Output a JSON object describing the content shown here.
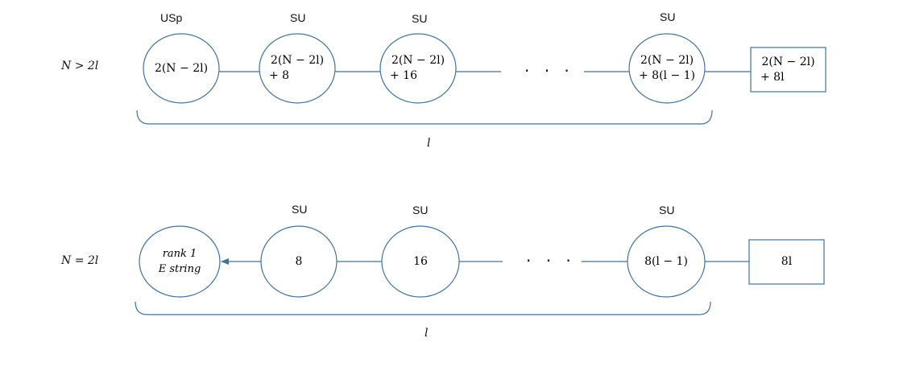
{
  "top_chain": {
    "condition": "N > 2l",
    "group_labels": [
      "USp",
      "SU",
      "SU",
      "SU"
    ],
    "nodes": [
      {
        "line1": "2(N − 2l)",
        "line2": ""
      },
      {
        "line1": "2(N − 2l)",
        "line2": "+ 8"
      },
      {
        "line1": "2(N − 2l)",
        "line2": "+ 16"
      },
      {
        "line1": "2(N − 2l)",
        "line2": "+ 8(l − 1)"
      }
    ],
    "flavor_box": {
      "line1": "2(N − 2l)",
      "line2": "+ 8l"
    },
    "ellipsis": "· · ·",
    "brace_label": "l"
  },
  "bottom_chain": {
    "condition": "N = 2l",
    "group_labels": [
      "SU",
      "SU",
      "SU"
    ],
    "estring_node": {
      "line1": "rank 1",
      "line2": "E string"
    },
    "nodes": [
      "8",
      "16",
      "8(l − 1)"
    ],
    "flavor_box": "8l",
    "ellipsis": "· · ·",
    "brace_label": "l"
  },
  "colors": {
    "stroke": "#41719c",
    "text": "#111111"
  }
}
